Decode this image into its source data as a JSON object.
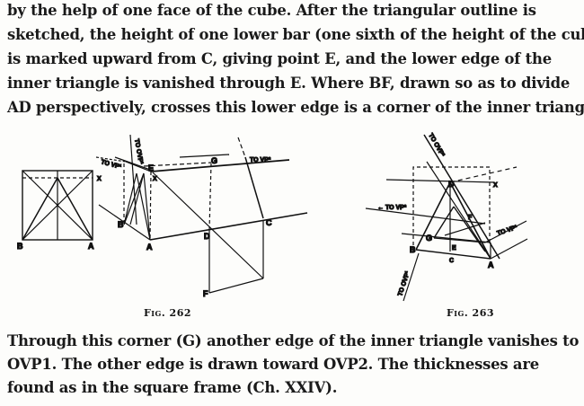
{
  "top_paragraph": [
    "by the help of one face of the cube.  After the triangular outline is",
    "sketched, the height of one lower bar (one sixth of the height of the cube)",
    "is marked upward from C, giving point E, and the lower edge of the",
    "inner triangle is vanished through E.  Where BF, drawn so as to divide",
    "AD perspectively, crosses this lower edge is a corner of the inner triangle."
  ],
  "bottom_paragraph": [
    "Through this corner (G) another edge of the inner triangle vanishes to",
    "OVP1.  The other edge is drawn toward OVP2.  The thicknesses are",
    "found as in the square frame (Ch. XXIV)."
  ],
  "fig262": {
    "caption": "Fig. 262",
    "labels": {
      "B1": "B",
      "A1": "A",
      "X1": "X",
      "B": "B",
      "A": "A",
      "E": "E",
      "X": "X",
      "G": "G",
      "D": "D",
      "C": "C",
      "F": "F",
      "vp2": "TO VP²",
      "vp1": "TO VP¹",
      "ovp": "TO OVP¹"
    }
  },
  "fig263": {
    "caption": "Fig. 263",
    "labels": {
      "D": "D",
      "X": "X",
      "F": "F",
      "G": "G",
      "E": "E",
      "B": "B",
      "C": "C",
      "A": "A",
      "vp2": "← TO VP²",
      "vp1": "TO VP¹",
      "ovp2": "TO OVP²",
      "ovp1": "TO OVP¹"
    }
  }
}
